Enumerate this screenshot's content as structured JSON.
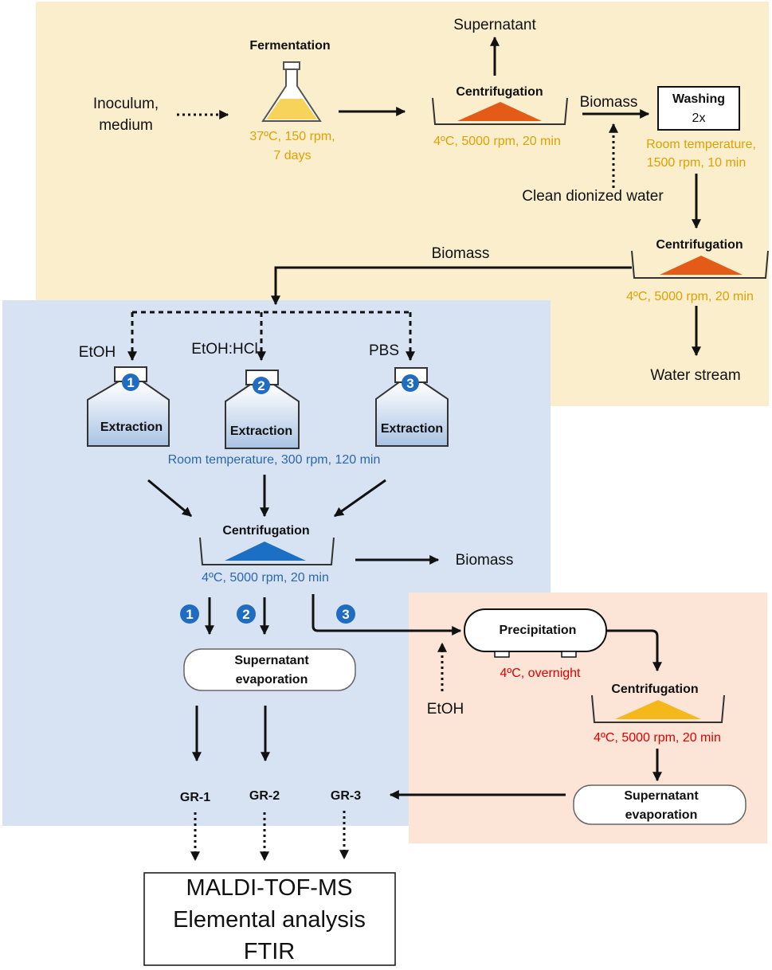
{
  "colors": {
    "yellow_region": "#fbeecd",
    "blue_region": "#d7e3f3",
    "peach_region": "#fce4d6",
    "orange_cond": "#e0a000",
    "blue_cond": "#2a67b1",
    "red_cond": "#e00000",
    "orange_triangle": "#e35b17",
    "blue_triangle": "#1b6fc4",
    "gold_triangle": "#f5b81b",
    "badge": "#1f6cc0"
  },
  "upstream": {
    "inoculum_line1": "Inoculum,",
    "inoculum_line2": "medium",
    "fermentation_title": "Fermentation",
    "fermentation_cond1": "37ºC, 150 rpm,",
    "fermentation_cond2": "7 days",
    "supernatant": "Supernatant",
    "centrifugation1_title": "Centrifugation",
    "centrifugation1_cond": "4ºC, 5000 rpm, 20 min",
    "biomass_label": "Biomass",
    "washing_title": "Washing",
    "washing_times": "2x",
    "washing_cond1": "Room temperature,",
    "washing_cond2": "1500 rpm, 10 min",
    "clean_water": "Clean dionized water",
    "centrifugation2_title": "Centrifugation",
    "centrifugation2_cond": "4ºC, 5000 rpm, 20 min",
    "biomass_label2": "Biomass",
    "water_stream": "Water stream"
  },
  "extraction": {
    "solvents": [
      "EtOH",
      "EtOH:HCl",
      "PBS"
    ],
    "badges": [
      "1",
      "2",
      "3"
    ],
    "bottle_label": "Extraction",
    "cond": "Room temperature, 300 rpm, 120 min",
    "centrifugation_title": "Centrifugation",
    "centrifugation_cond": "4ºC, 5000 rpm, 20 min",
    "biomass_out": "Biomass",
    "evap_line1": "Supernatant",
    "evap_line2": "evaporation",
    "groups": [
      "GR-1",
      "GR-2",
      "GR-3"
    ]
  },
  "precipitation": {
    "title": "Precipitation",
    "cond": "4ºC, overnight",
    "etoh": "EtOH",
    "centrifugation_title": "Centrifugation",
    "centrifugation_cond": "4ºC, 5000 rpm, 20 min",
    "evap_line1": "Supernatant",
    "evap_line2": "evaporation"
  },
  "analysis": {
    "line1": "MALDI-TOF-MS",
    "line2": "Elemental analysis",
    "line3": "FTIR"
  }
}
